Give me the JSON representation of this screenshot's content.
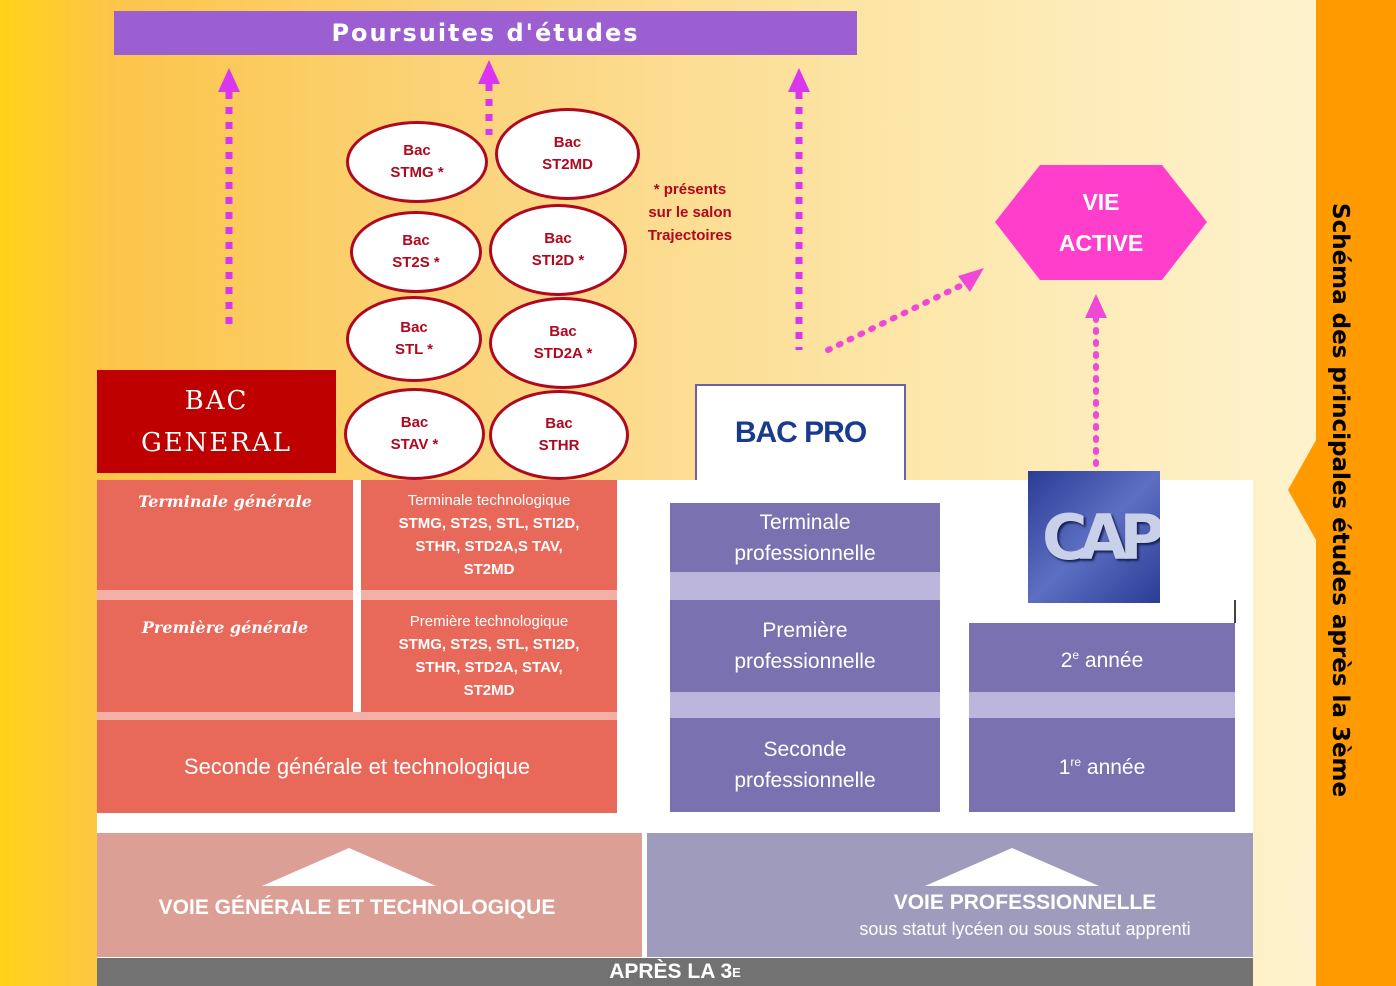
{
  "side_title": "Schéma des principales études après la 3ème",
  "title_bar": "Poursuites d'études",
  "bac_ovals": [
    {
      "line1": "Bac",
      "line2": "STMG *"
    },
    {
      "line1": "Bac",
      "line2": "ST2MD"
    },
    {
      "line1": "Bac",
      "line2": "ST2S *"
    },
    {
      "line1": "Bac",
      "line2": "STI2D *"
    },
    {
      "line1": "Bac",
      "line2": "STL *"
    },
    {
      "line1": "Bac",
      "line2": "STD2A *"
    },
    {
      "line1": "Bac",
      "line2": "STAV *"
    },
    {
      "line1": "Bac",
      "line2": "STHR"
    }
  ],
  "note": {
    "line1": "* présents",
    "line2": "sur le salon",
    "line3": "Trajectoires"
  },
  "vie_active": {
    "line1": "VIE",
    "line2": "ACTIVE"
  },
  "bac_general": {
    "line1": "BAC",
    "line2": "GENERAL"
  },
  "bac_pro": "BAC PRO",
  "cap_logo": "CAP",
  "general_track": {
    "terminale_generale": "Terminale générale",
    "premiere_generale": "Première générale",
    "terminale_techno": {
      "line1": "Terminale technologique",
      "line2": "STMG, ST2S, STL, STI2D,",
      "line3": "STHR, STD2A,S TAV,",
      "line4": "ST2MD"
    },
    "premiere_techno": {
      "line1": "Première technologique",
      "line2": "STMG, ST2S, STL, STI2D,",
      "line3": "STHR, STD2A, STAV,",
      "line4": "ST2MD"
    },
    "seconde": "Seconde générale et technologique"
  },
  "pro_track": {
    "terminale": {
      "line1": "Terminale",
      "line2": "professionnelle"
    },
    "premiere": {
      "line1": "Première",
      "line2": "professionnelle"
    },
    "seconde": {
      "line1": "Seconde",
      "line2": "professionnelle"
    },
    "cap_year2": {
      "num": "2",
      "sup": "e",
      "text": " année"
    },
    "cap_year1": {
      "num": "1",
      "sup": "re",
      "text": " année"
    }
  },
  "voie_generale": "VOIE GÉNÉRALE ET TECHNOLOGIQUE",
  "voie_pro": {
    "line1": "VOIE PROFESSIONNELLE",
    "line2": "sous statut lycéen ou sous statut apprenti"
  },
  "apres": {
    "text": "APRÈS LA 3",
    "sup": "E"
  },
  "colors": {
    "arrow": "#d936ef",
    "vie_active": "#ff3fcc",
    "bac_general": "#bf0000",
    "oval_border": "#b0081e",
    "red_box": "#e8685a",
    "purple_box": "#7a72b0",
    "side_band": "#ff9a00"
  }
}
